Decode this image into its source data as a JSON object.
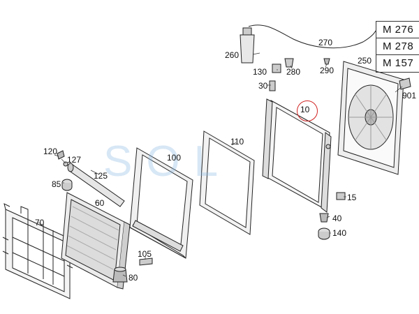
{
  "engine_codes": [
    "M 276",
    "M 278",
    "M 157"
  ],
  "watermark": "SOL",
  "highlight_color": "#d22222",
  "labels": {
    "p10": "10",
    "p15": "15",
    "p30": "30",
    "p40": "40",
    "p60": "60",
    "p70": "70",
    "p80": "80",
    "p85": "85",
    "p100": "100",
    "p105": "105",
    "p110": "110",
    "p120": "120",
    "p125": "125",
    "p127": "127",
    "p130": "130",
    "p140": "140",
    "p250": "250",
    "p260": "260",
    "p270": "270",
    "p280": "280",
    "p290": "290",
    "p901": "901"
  }
}
